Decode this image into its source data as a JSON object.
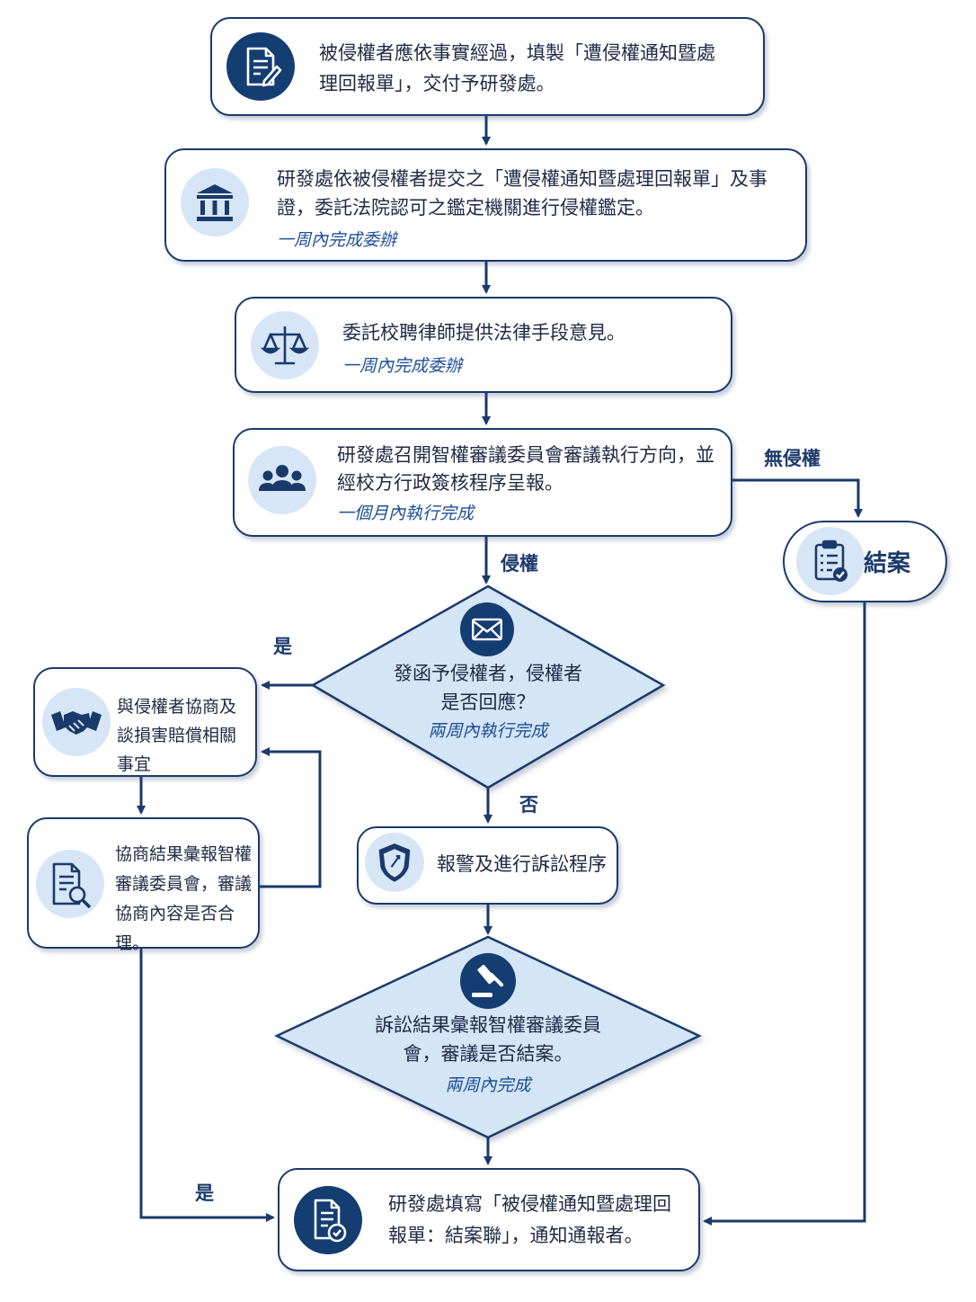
{
  "steps": {
    "s1": "被侵權者應依事實經過，填製「遭侵權通知暨處理回報單」，交付予研發處。",
    "s2": {
      "text": "研發處依被侵權者提交之「遭侵權通知暨處理回報單」及事證，委託法院認可之鑑定機關進行侵權鑑定。",
      "note": "一周內完成委辦"
    },
    "s3": {
      "text": "委託校聘律師提供法律手段意見。",
      "note": "一周內完成委辦"
    },
    "s4": {
      "text": "研發處召開智權審議委員會審議執行方向，並經校方行政簽核程序呈報。",
      "note": "一個月內執行完成"
    },
    "close": "結案",
    "d1": {
      "text": "發函予侵權者，侵權者是否回應？",
      "note": "兩周內執行完成"
    },
    "negotiate": "與侵權者協商及談損害賠償相關事宜",
    "review": "協商結果彙報智權審議委員會，審議協商內容是否合理。",
    "police": "報警及進行訴訟程序",
    "d2": {
      "text": "訴訟結果彙報智權審議委員會，審議是否結案。",
      "note": "兩周內完成"
    },
    "final": "研發處填寫「被侵權通知暨處理回報單：結案聯」，通知通報者。"
  },
  "labels": {
    "no_infringe": "無侵權",
    "infringe": "侵權",
    "yes_top": "是",
    "no": "否",
    "yes_bottom": "是"
  },
  "icons": {
    "s1": "document-edit-icon",
    "s2": "courthouse-icon",
    "s3": "scales-icon",
    "s4": "people-group-icon",
    "close": "clipboard-check-icon",
    "d1": "envelope-icon",
    "negotiate": "handshake-icon",
    "review": "document-search-icon",
    "police": "shield-icon",
    "d2": "gavel-icon",
    "final": "document-check-icon"
  },
  "colors": {
    "navy": "#1a3a6b",
    "accent": "#1d4f95",
    "icon_bg": "#d7e6f6",
    "diamond": "#d4e5f6"
  }
}
